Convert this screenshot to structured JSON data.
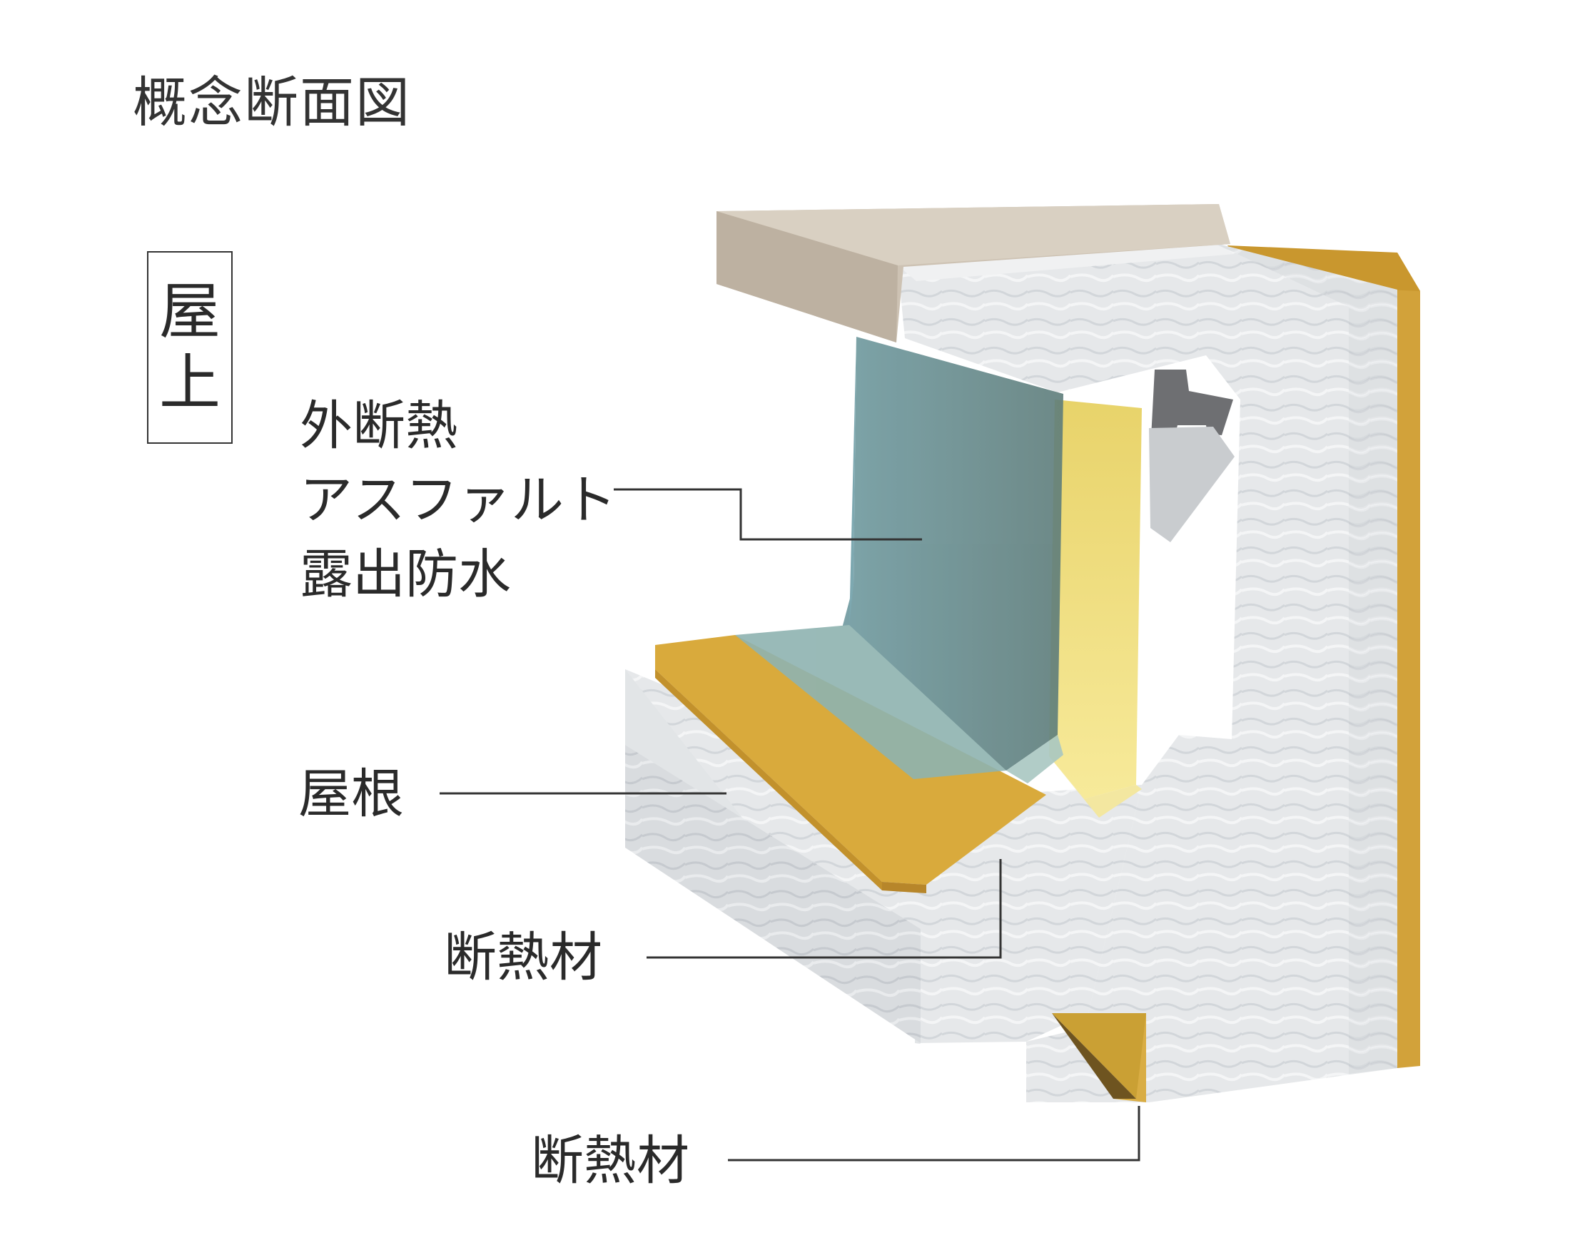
{
  "title": "概念断面図",
  "section": {
    "char1": "屋",
    "char2": "上"
  },
  "labels": {
    "waterproofing": {
      "line1": "外断熱",
      "line2": "アスファルト",
      "line3": "露出防水"
    },
    "roof": "屋根",
    "insulation_upper": "断熱材",
    "insulation_lower": "断熱材"
  },
  "colors": {
    "coping": "#cbc0b1",
    "concrete": "#e8eaec",
    "membrane": "#8fb2ae",
    "insulation": "#d8aa3a",
    "yellow_layer": "#f4e07a",
    "leader": "#333333"
  }
}
